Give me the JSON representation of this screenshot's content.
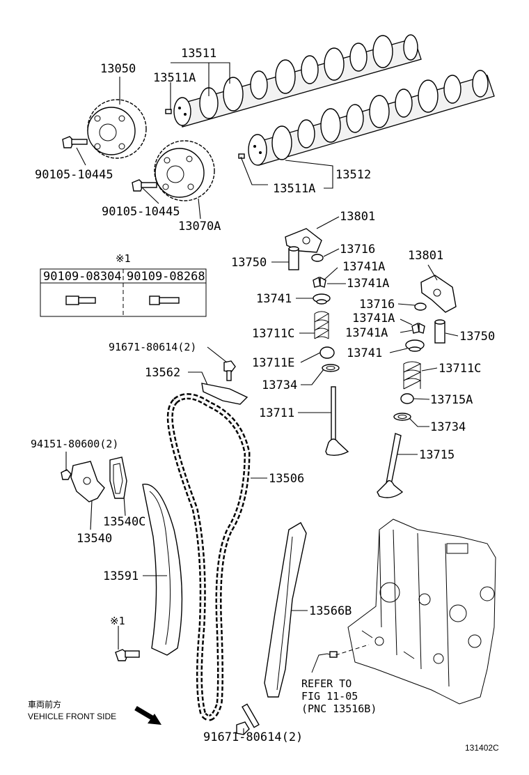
{
  "labels": {
    "p13511": "13511",
    "p13050": "13050",
    "p13511A_top": "13511A",
    "p90105_a": "90105-10445",
    "p13512": "13512",
    "p13511A_mid": "13511A",
    "p90105_b": "90105-10445",
    "p13070A": "13070A",
    "p13801_a": "13801",
    "p13716_a": "13716",
    "p13750_a": "13750",
    "p13741A_1": "13741A",
    "p13741A_2": "13741A",
    "p13801_b": "13801",
    "p13741_a": "13741",
    "p13716_b": "13716",
    "p13741A_3": "13741A",
    "p13711C_a": "13711C",
    "p13741A_4": "13741A",
    "p13750_b": "13750",
    "p91671_top": "91671-80614(2)",
    "p13741_b": "13741",
    "p13711E": "13711E",
    "p13711C_b": "13711C",
    "p13562": "13562",
    "p13734_a": "13734",
    "p13715A": "13715A",
    "p13711": "13711",
    "p13734_b": "13734",
    "p13715": "13715",
    "p94151": "94151-80600(2)",
    "p13506": "13506",
    "p13540C": "13540C",
    "p13540": "13540",
    "p13591": "13591",
    "p13566B": "13566B",
    "mark_x1_bolt": "※1",
    "p91671_bot": "91671-80614(2)",
    "diagram_id": "131402C"
  },
  "table": {
    "mark": "※1",
    "col1": "90109-08304",
    "col2": "90109-08268"
  },
  "refer": {
    "line1": "REFER TO",
    "line2": "FIG 11-05",
    "line3": "(PNC 13516B)"
  },
  "front": {
    "jp": "車両前方",
    "en": "VEHICLE FRONT SIDE"
  }
}
